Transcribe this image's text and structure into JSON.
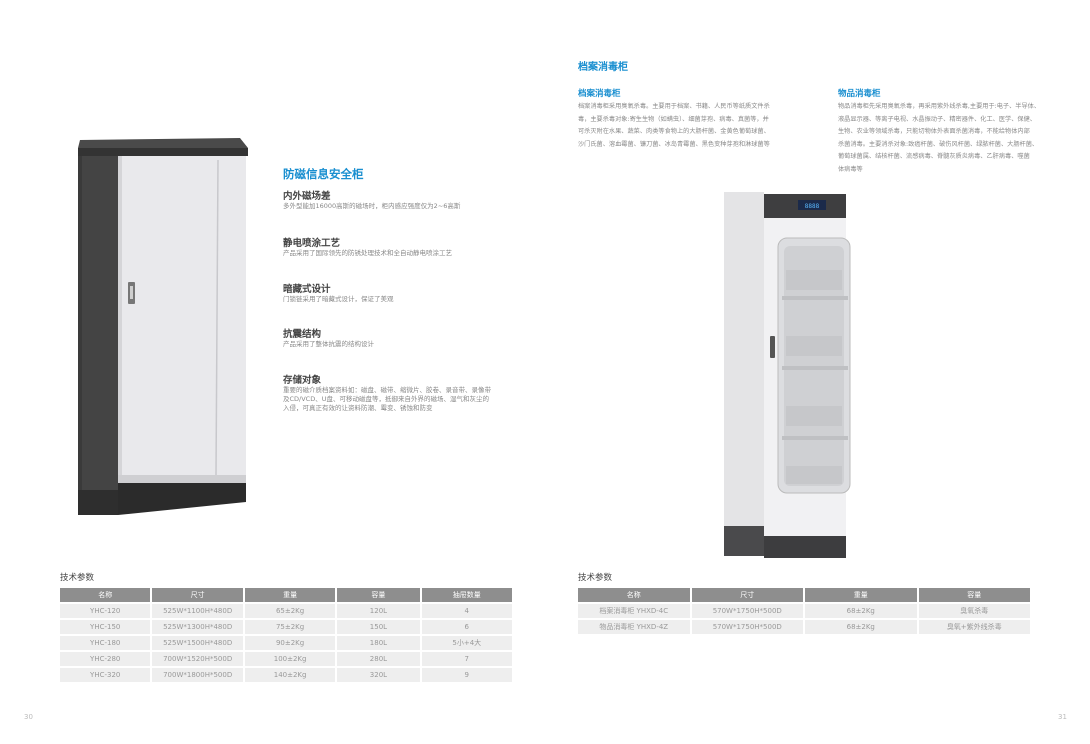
{
  "left": {
    "title": "防磁信息安全柜",
    "features": [
      {
        "head": "内外磁场差",
        "body": "多外型能加16000高斯的磁场时，柜内感应强度仅为2~6高斯"
      },
      {
        "head": "静电喷涂工艺",
        "body": "产品采用了国际领先的防锈处理技术和全自动静电喷涂工艺"
      },
      {
        "head": "暗藏式设计",
        "body": "门锁链采用了暗藏式设计，保证了美观"
      },
      {
        "head": "抗震结构",
        "body": "产品采用了整体抗震的结构设计"
      },
      {
        "head": "存储对象",
        "body": "重要的磁介质档案资料如：磁盘、磁带、缩微片、胶卷、录音带、录像带及CD/VCD、U盘、可移动磁盘等，抵御来自外界的磁场、湿气和灰尘的入侵，可真正有效的让资料防潮、霉变、锈蚀和防变"
      }
    ],
    "table": {
      "label": "技术参数",
      "headers": [
        "名称",
        "尺寸",
        "重量",
        "容量",
        "抽屉数量"
      ],
      "rows": [
        [
          "YHC-120",
          "525W*1100H*480D",
          "65±2Kg",
          "120L",
          "4"
        ],
        [
          "YHC-150",
          "525W*1300H*480D",
          "75±2Kg",
          "150L",
          "6"
        ],
        [
          "YHC-180",
          "525W*1500H*480D",
          "90±2Kg",
          "180L",
          "5小+4大"
        ],
        [
          "YHC-280",
          "700W*1520H*500D",
          "100±2Kg",
          "280L",
          "7"
        ],
        [
          "YHC-320",
          "700W*1800H*500D",
          "140±2Kg",
          "320L",
          "9"
        ]
      ]
    },
    "page_number": "30"
  },
  "right": {
    "title": "档案消毒柜",
    "col1": {
      "subtitle": "档案消毒柜",
      "lines": [
        "档案消毒柜采用臭氧杀毒。主要用于档案、书籍、人民币等纸质文件杀",
        "毒，主要杀毒对象:寄生生物（如螨虫）、细菌芽孢、病毒、真菌等，并",
        "可杀灭附在水果、蔬菜、肉类等食物上的大肠杆菌、金黄色葡萄球菌、",
        "沙门氏菌、溶血霉菌、镰刀菌、冰岛青霉菌、黑色变种芽孢和淋球菌等"
      ]
    },
    "col2": {
      "subtitle": "物品消毒柜",
      "lines": [
        "物品消毒柜先采用臭氧杀毒，再采用紫外线杀毒,主要用于:电子、半导体、",
        "液晶显示器、等离子电视、水晶振动子、精密器件、化工、医学、保健、",
        "生物、农业等领域杀毒，只能切物体外表面杀菌消毒，不能给物体内部",
        "杀菌消毒。主要消杀对象:致癌杆菌、破伤风杆菌、绿脓杆菌、大肠杆菌、",
        "葡萄球菌属、结核杆菌、流感病毒、脊髓灰质炎病毒、乙肝病毒、噬菌",
        "体病毒等"
      ]
    },
    "display_text": "8888",
    "table": {
      "label": "技术参数",
      "headers": [
        "名称",
        "尺寸",
        "重量",
        "容量"
      ],
      "rows": [
        [
          "档案消毒柜 YHXD-4C",
          "570W*1750H*500D",
          "68±2Kg",
          "臭氧杀毒"
        ],
        [
          "物品消毒柜 YHXD-4Z",
          "570W*1750H*500D",
          "68±2Kg",
          "臭氧+紫外线杀毒"
        ]
      ]
    },
    "page_number": "31"
  },
  "colors": {
    "accent": "#1a8fd0",
    "header_gray": "#8e8e8e",
    "cell_gray": "#eeeeee",
    "cabinet_dark": "#3d3d3d"
  }
}
